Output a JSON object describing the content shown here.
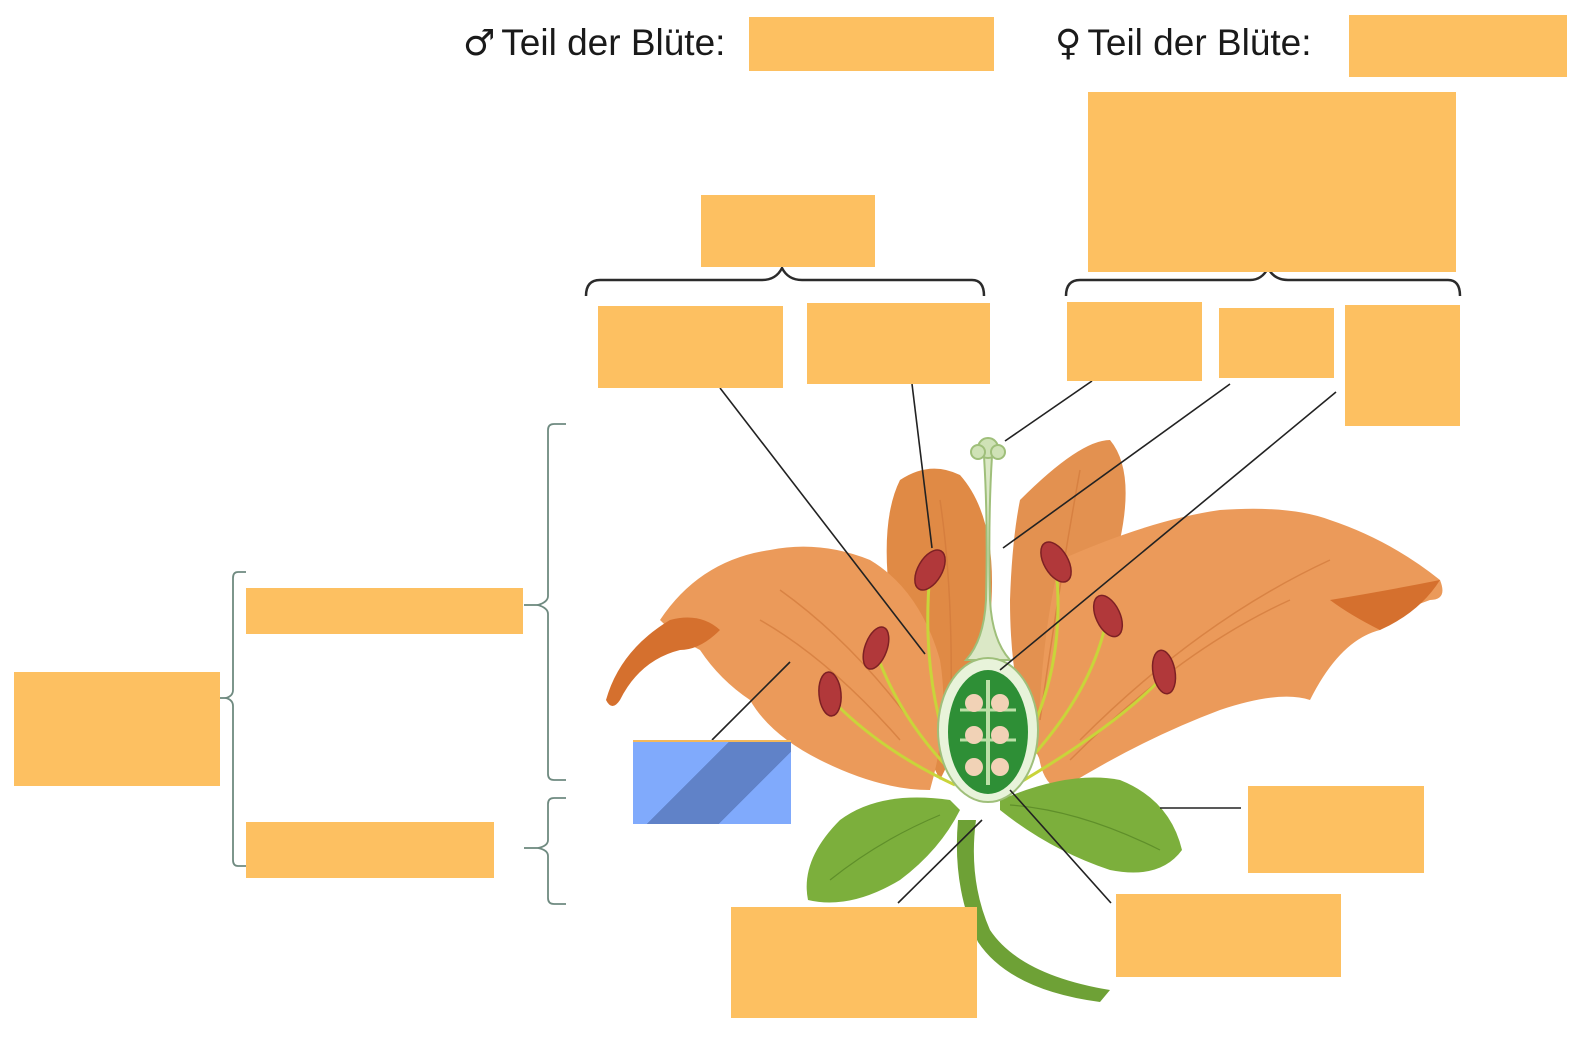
{
  "male_heading": {
    "symbol": "♂",
    "text": "Teil der Blüte:"
  },
  "female_heading": {
    "symbol": "♀",
    "text": "Teil der Blüte:"
  },
  "answer_boxes": [
    {
      "name": "male-part-answer-box",
      "value": ""
    },
    {
      "name": "female-part-answer-box",
      "value": ""
    },
    {
      "name": "pistil-group-answer-box",
      "value": ""
    },
    {
      "name": "stamen-group-answer-box",
      "value": ""
    },
    {
      "name": "anther-filament-answer-box",
      "value": ""
    },
    {
      "name": "anther-answer-box",
      "value": ""
    },
    {
      "name": "stigma-answer-box",
      "value": ""
    },
    {
      "name": "style-answer-box",
      "value": ""
    },
    {
      "name": "ovary-answer-box",
      "value": ""
    },
    {
      "name": "perianth-inner-answer-box",
      "value": ""
    },
    {
      "name": "perianth-group-answer-box",
      "value": ""
    },
    {
      "name": "calyx-answer-box",
      "value": ""
    },
    {
      "name": "petal-answer-box",
      "value": ""
    },
    {
      "name": "sepal-answer-box",
      "value": ""
    },
    {
      "name": "receptacle-answer-box",
      "value": ""
    },
    {
      "name": "ovule-answer-box",
      "value": ""
    }
  ],
  "colors": {
    "answer_box": "#fdc061",
    "selected_box": "#80aafc",
    "petal": "#eb9a5a",
    "petal_dark": "#d5702e",
    "sepal": "#7caf3c",
    "ovary": "#2e8f36",
    "anther": "#b1383a",
    "filament": "#c9d43a",
    "bracket": "#6f8a80",
    "leader_line": "#222222"
  }
}
